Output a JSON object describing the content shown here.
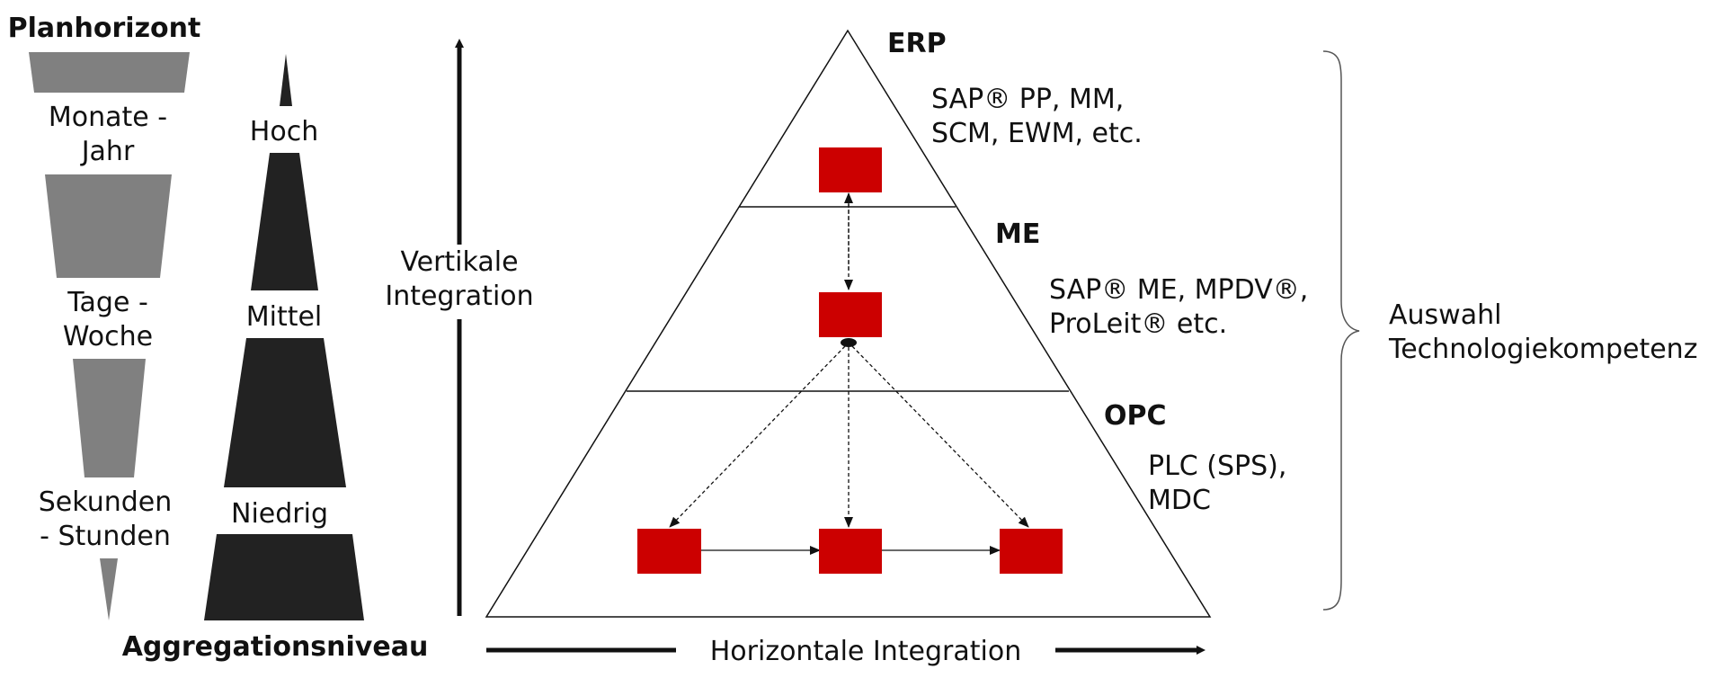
{
  "colors": {
    "box_fill": "#cc0000",
    "plan_shape_fill": "#808080",
    "agg_shape_fill": "#222222",
    "line": "#111111"
  },
  "plan_horizon": {
    "title": "Planhorizont",
    "level_top": "Monate -",
    "level_top_2": "Jahr",
    "level_mid": "Tage -",
    "level_mid_2": "Woche",
    "level_low": "Sekunden",
    "level_low_2": "- Stunden"
  },
  "aggregation": {
    "title": "Aggregationsniveau",
    "high": "Hoch",
    "mid": "Mittel",
    "low": "Niedrig"
  },
  "vertical_integration": {
    "line1": "Vertikale",
    "line2": "Integration"
  },
  "horizontal_integration": {
    "label": "Horizontale Integration"
  },
  "pyramid": {
    "layers": [
      {
        "name": "ERP",
        "desc1": "SAP® PP, MM,",
        "desc2": "SCM, EWM, etc."
      },
      {
        "name": "ME",
        "desc1": "SAP® ME, MPDV®,",
        "desc2": "ProLeit® etc."
      },
      {
        "name": "OPC",
        "desc1": "PLC (SPS),",
        "desc2": "MDC"
      }
    ]
  },
  "selection": {
    "line1": "Auswahl",
    "line2": "Technologiekompetenz"
  }
}
